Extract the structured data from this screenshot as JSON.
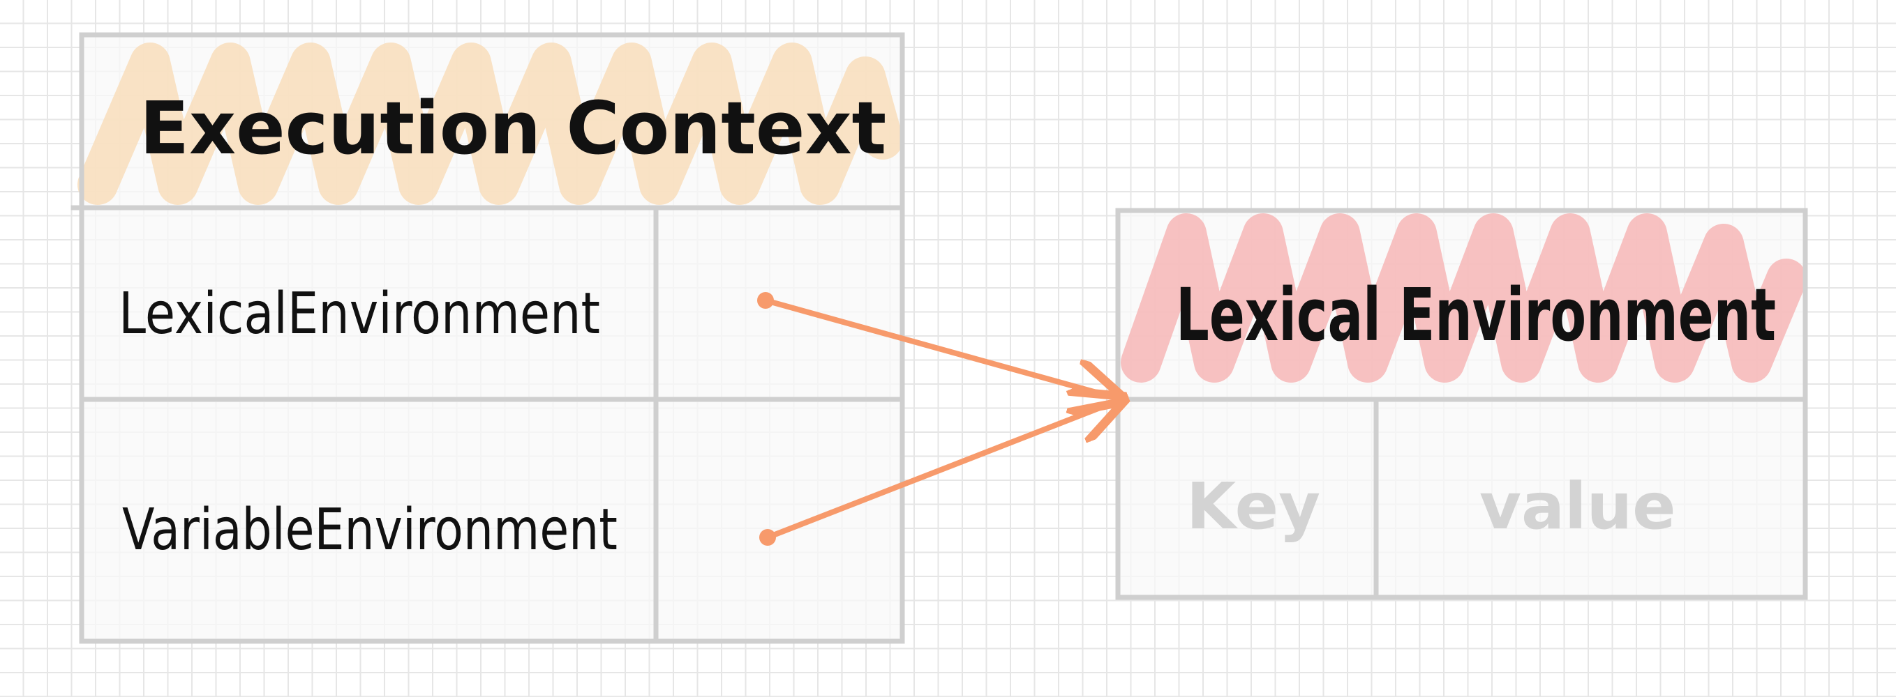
{
  "colors": {
    "grid": "#e6e6e6",
    "border": "#cfcfcf",
    "execution_highlight": "#f9dcb8",
    "lexical_highlight": "#f6b3b3",
    "arrow": "#f79a6b",
    "text": "#111111",
    "placeholder_text": "#d3d3d3"
  },
  "execution_context": {
    "title": "Execution Context",
    "rows": [
      {
        "label": "LexicalEnvironment"
      },
      {
        "label": "VariableEnvironment"
      }
    ]
  },
  "lexical_environment": {
    "title": "Lexical Environment",
    "columns": [
      "Key",
      "value"
    ]
  },
  "arrows": [
    {
      "from": "LexicalEnvironment",
      "to": "Lexical Environment"
    },
    {
      "from": "VariableEnvironment",
      "to": "Lexical Environment"
    }
  ]
}
